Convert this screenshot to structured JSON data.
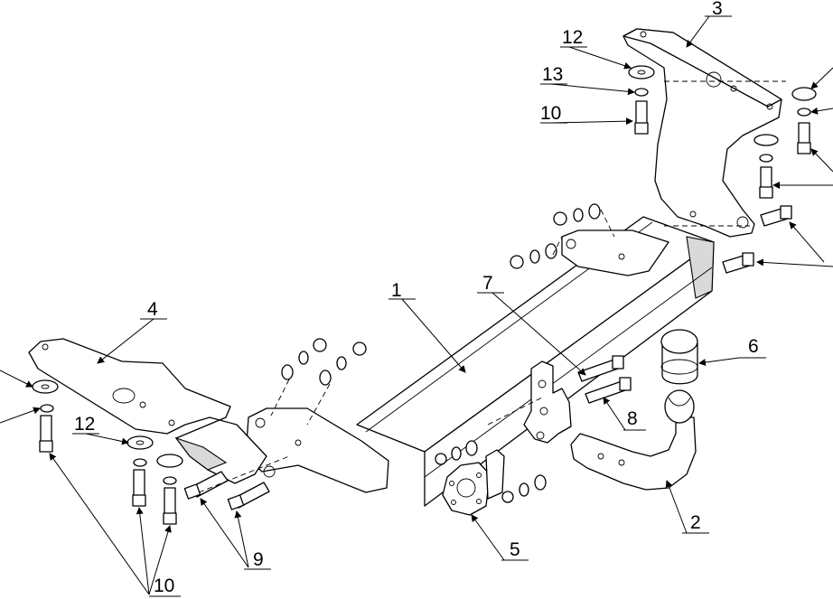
{
  "callouts": {
    "frame": "1",
    "ball_arm": "2",
    "right_bracket": "3",
    "left_bracket": "4",
    "socket_plate": "5",
    "ball_cover": "6",
    "bolt_7": "7",
    "bolt_8": "8",
    "bolts_9": "9",
    "bolts_10": "10",
    "washer_12": "12",
    "washer_13": "13"
  }
}
